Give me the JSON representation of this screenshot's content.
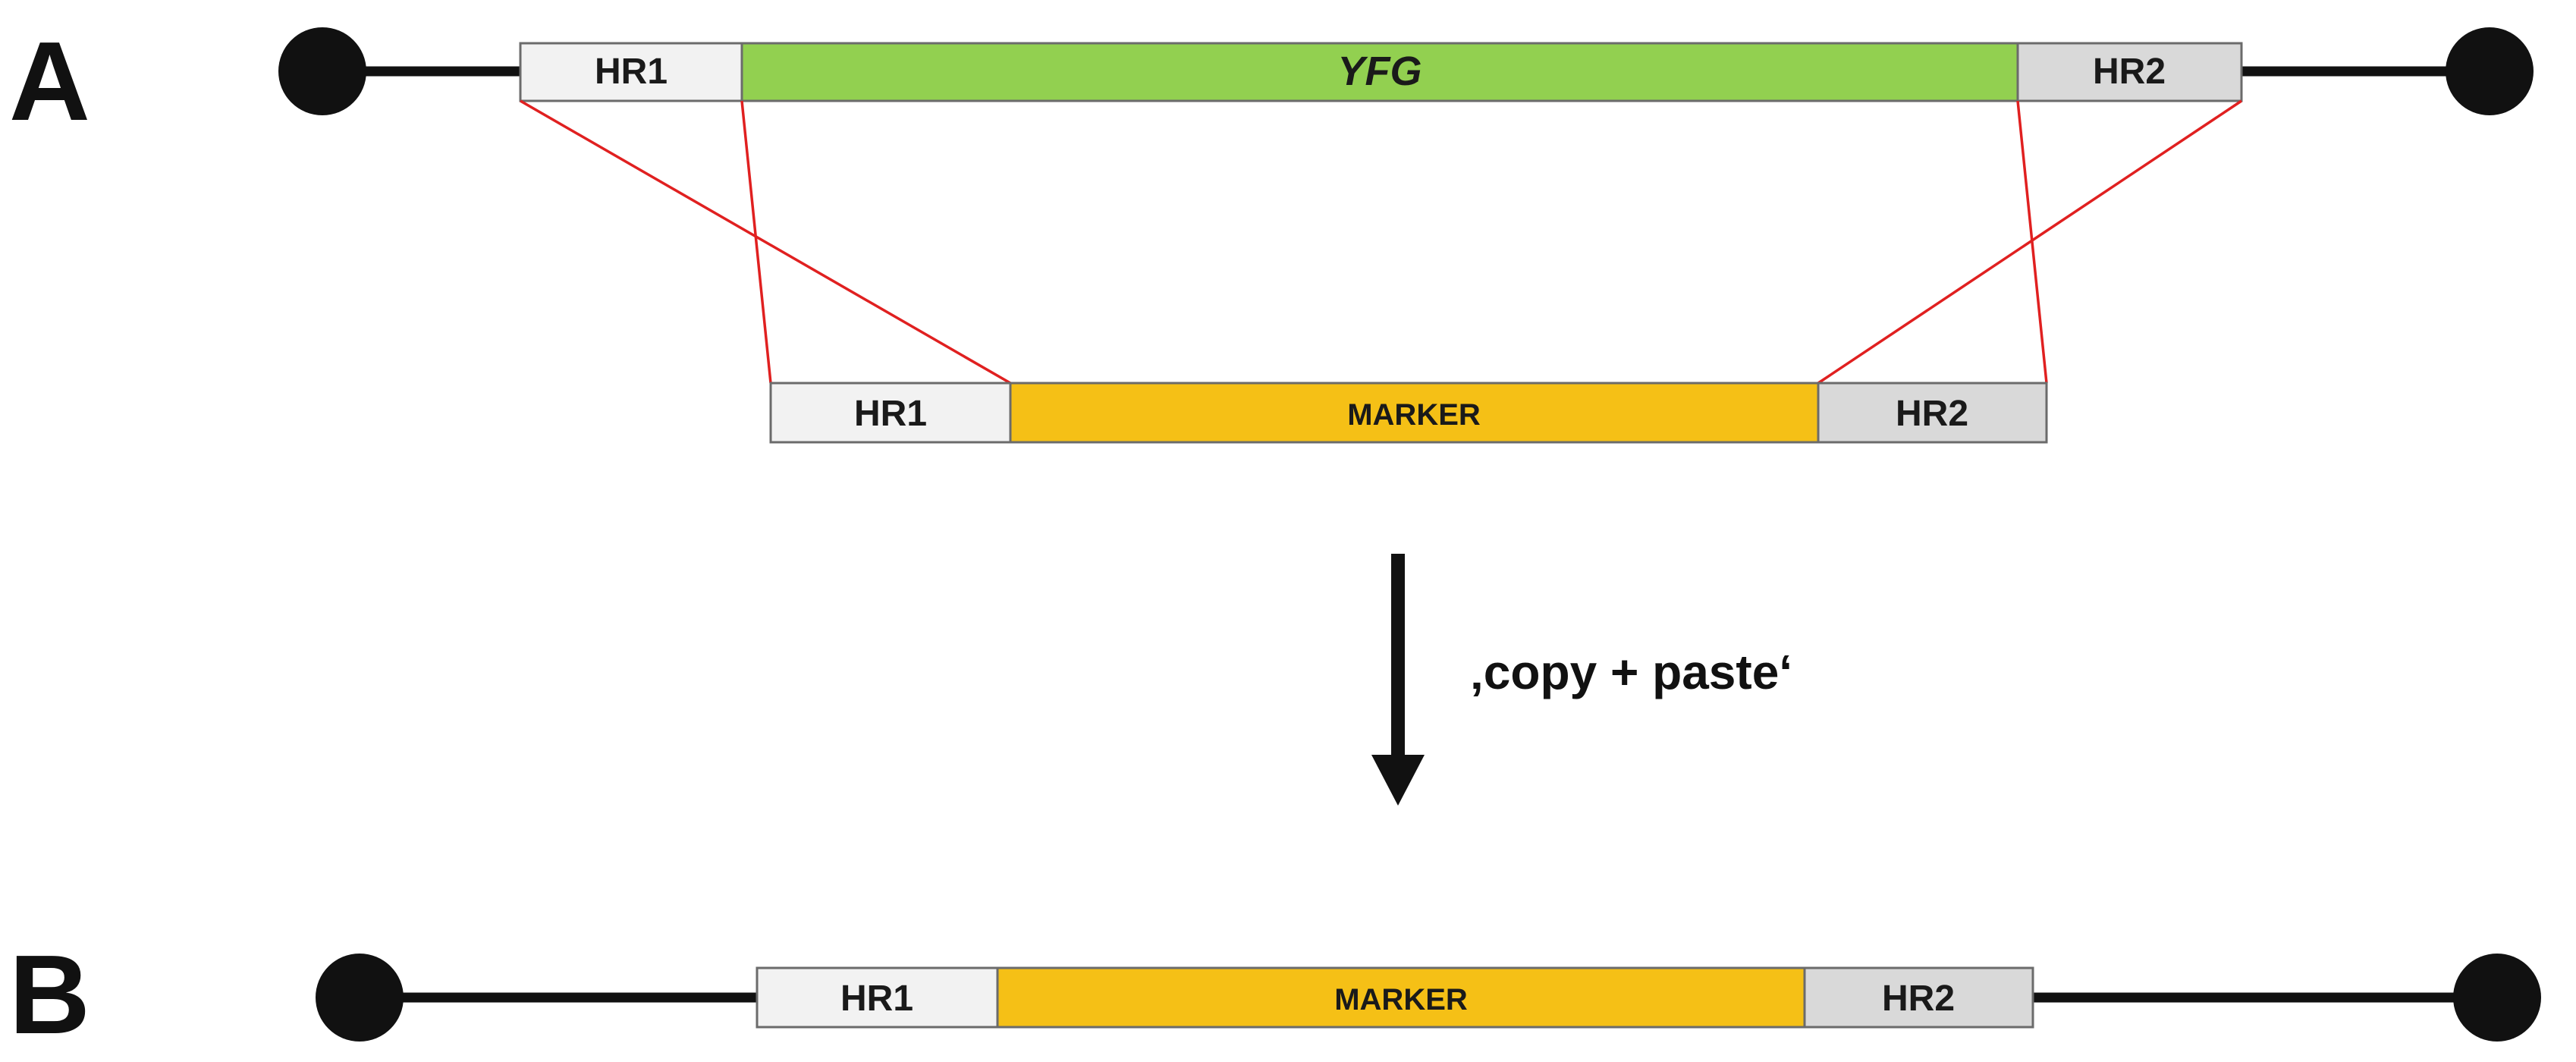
{
  "panels": {
    "a": {
      "letter": "A"
    },
    "b": {
      "letter": "B"
    }
  },
  "chromosome_a": {
    "segments": {
      "hr1": "HR1",
      "gene": "YFG",
      "hr2": "HR2"
    }
  },
  "cassette": {
    "segments": {
      "hr1": "HR1",
      "marker": "MARKER",
      "hr2": "HR2"
    }
  },
  "transition": {
    "label": "‚copy + paste‘"
  },
  "chromosome_b": {
    "segments": {
      "hr1": "HR1",
      "marker": "MARKER",
      "hr2": "HR2"
    }
  },
  "colors": {
    "hr1": "#f2f2f2",
    "hr2": "#d9d9d9",
    "gene": "#92d050",
    "marker": "#f5c016",
    "crossover": "#e02020",
    "line": "#111111"
  }
}
